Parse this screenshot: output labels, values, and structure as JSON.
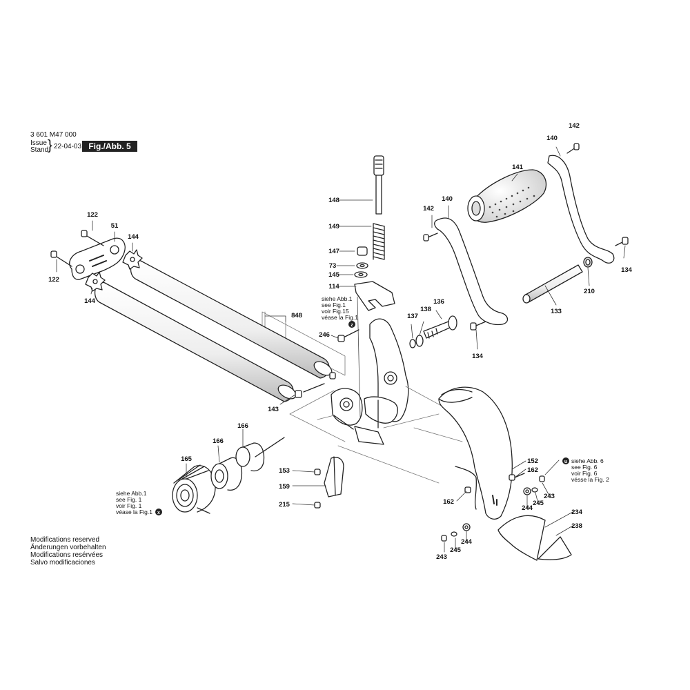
{
  "header": {
    "part_number": "3 601 M47 000",
    "issue_label": "Issue",
    "stand_label": "Stand",
    "date": "22-04-03",
    "figure": "Fig./Abb. 5"
  },
  "modifications": [
    "Modifications reserved",
    "Änderungen vorbehalten",
    "Modifications resérvées",
    "Salvo modificaciones"
  ],
  "parts": [
    {
      "id": "p142a",
      "label": "142"
    },
    {
      "id": "p140a",
      "label": "140"
    },
    {
      "id": "p141",
      "label": "141"
    },
    {
      "id": "p140b",
      "label": "140"
    },
    {
      "id": "p142b",
      "label": "142"
    },
    {
      "id": "p134a",
      "label": "134"
    },
    {
      "id": "p210",
      "label": "210"
    },
    {
      "id": "p133",
      "label": "133"
    },
    {
      "id": "p134b",
      "label": "134"
    },
    {
      "id": "p148",
      "label": "148"
    },
    {
      "id": "p149",
      "label": "149"
    },
    {
      "id": "p147",
      "label": "147"
    },
    {
      "id": "p73",
      "label": "73"
    },
    {
      "id": "p145",
      "label": "145"
    },
    {
      "id": "p114",
      "label": "114"
    },
    {
      "id": "p136",
      "label": "136"
    },
    {
      "id": "p137",
      "label": "137"
    },
    {
      "id": "p138",
      "label": "138"
    },
    {
      "id": "p246",
      "label": "246"
    },
    {
      "id": "p848",
      "label": "848"
    },
    {
      "id": "p143",
      "label": "143"
    },
    {
      "id": "p122a",
      "label": "122"
    },
    {
      "id": "p51",
      "label": "51"
    },
    {
      "id": "p144a",
      "label": "144"
    },
    {
      "id": "p122b",
      "label": "122"
    },
    {
      "id": "p144b",
      "label": "144"
    },
    {
      "id": "p166a",
      "label": "166"
    },
    {
      "id": "p166b",
      "label": "166"
    },
    {
      "id": "p165",
      "label": "165"
    },
    {
      "id": "p153",
      "label": "153"
    },
    {
      "id": "p159",
      "label": "159"
    },
    {
      "id": "p215",
      "label": "215"
    },
    {
      "id": "p152",
      "label": "152"
    },
    {
      "id": "p162a",
      "label": "162"
    },
    {
      "id": "p162b",
      "label": "162"
    },
    {
      "id": "p243a",
      "label": "243"
    },
    {
      "id": "p245a",
      "label": "245"
    },
    {
      "id": "p244a",
      "label": "244"
    },
    {
      "id": "p234",
      "label": "234"
    },
    {
      "id": "p238",
      "label": "238"
    },
    {
      "id": "p243b",
      "label": "243"
    },
    {
      "id": "p245b",
      "label": "245"
    },
    {
      "id": "p244b",
      "label": "244"
    }
  ],
  "references": {
    "ref_z": {
      "badge": "z",
      "lines": [
        "siehe Abb.1",
        "see Fig.1",
        "voir Fig.15",
        "véase la Fig.1"
      ]
    },
    "ref_x": {
      "badge": "x",
      "lines": [
        "siehe Abb.1",
        "see Fig. 1",
        "voir Fig. 1",
        "véase la Fig.1"
      ]
    },
    "ref_u": {
      "badge": "u",
      "lines": [
        "siehe Abb. 6",
        "see Fig. 6",
        "voir Fig. 6",
        "vésse la Fig. 2"
      ]
    }
  }
}
